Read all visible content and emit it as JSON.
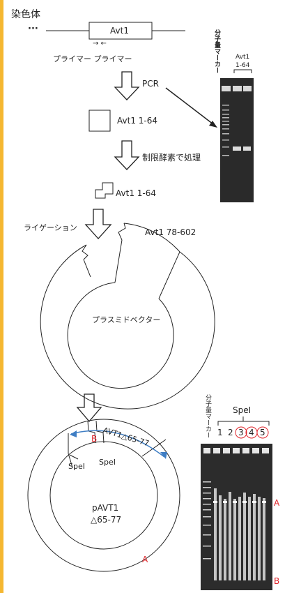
{
  "left_bar_color": "#f5b731",
  "title": "染色体",
  "ellipsis": "···",
  "gene_box": "Avt1",
  "primer_arrows": "→ ←",
  "primer_label": "プライマー プライマー",
  "pcr_label": "PCR",
  "fragment1": "Avt1 1-64",
  "enzyme_label": "制限酵素で処理",
  "fragment2": "Avt1 1-64",
  "ligation_label": "ライゲーション",
  "insert_label": "Avt1 78-602",
  "vector_label": "プラスミドベクター",
  "deletion_label": "AVT1△65-77",
  "mark_b_plasmid": "B",
  "spe1_left": "SpeI",
  "spe1_right": "SpeI",
  "plasmid_name_line1": "pAVT1",
  "plasmid_name_line2": "△65-77",
  "mark_a_plasmid": "A",
  "gel1": {
    "marker_label": "分子量マーカー",
    "lane_label_line1": "Avt1",
    "lane_label_line2": "1-64"
  },
  "gel2": {
    "marker_label": "分子量マーカー",
    "enzyme": "SpeI",
    "lanes": [
      "1",
      "2",
      "3",
      "4",
      "5"
    ],
    "mark_a": "A",
    "mark_b": "B"
  },
  "colors": {
    "red": "#e0242a",
    "blue": "#3f7ec4",
    "gel_bg": "#2c2c2c"
  }
}
